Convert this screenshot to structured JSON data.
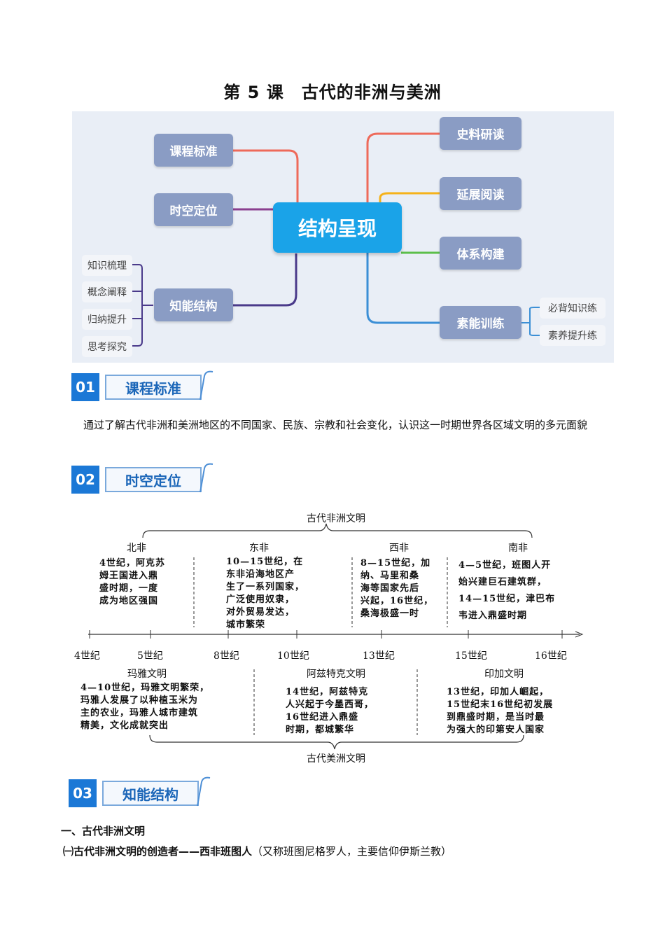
{
  "title": "第 5 课　古代的非洲与美洲",
  "mindmap": {
    "center": "结构呈现",
    "left": [
      "课程标准",
      "时空定位",
      "知能结构"
    ],
    "left_sub": [
      "知识梳理",
      "概念阐释",
      "归纳提升",
      "思考探究"
    ],
    "right": [
      "史料研读",
      "延展阅读",
      "体系构建",
      "素能训练"
    ],
    "right_sub": [
      "必背知识练",
      "素养提升练"
    ]
  },
  "sections": [
    {
      "num": "01",
      "label": "课程标准"
    },
    {
      "num": "02",
      "label": "时空定位"
    },
    {
      "num": "03",
      "label": "知能结构"
    }
  ],
  "standard_text": "通过了解古代非洲和美洲地区的不同国家、民族、宗教和社会变化，认识这一时期世界各区域文明的多元面貌",
  "timeline": {
    "top_label": "古代非洲文明",
    "bottom_label": "古代美洲文明",
    "africa": [
      {
        "region": "北非",
        "lines": [
          "4世纪，阿克苏",
          "姆王国进入鼎",
          "盛时期，一度",
          "成为地区强国"
        ]
      },
      {
        "region": "东非",
        "lines": [
          "10—15世纪，在",
          "东非沿海地区产",
          "生了一系列国家，",
          "广泛使用奴隶，",
          "对外贸易发达，",
          "城市繁荣"
        ]
      },
      {
        "region": "西非",
        "lines": [
          "8—15世纪，加",
          "纳、马里和桑",
          "海等国家先后",
          "兴起，16世纪，",
          "桑海极盛一时"
        ]
      },
      {
        "region": "南非",
        "lines": [
          "4—5世纪，班图人开",
          "始兴建巨石建筑群，",
          "14—15世纪，津巴布",
          "韦进入鼎盛时期"
        ]
      }
    ],
    "ticks": [
      "4世纪",
      "5世纪",
      "8世纪",
      "10世纪",
      "13世纪",
      "15世纪",
      "16世纪"
    ],
    "america": [
      {
        "name": "玛雅文明",
        "lines": [
          "4—10世纪，玛雅文明繁荣，",
          "玛雅人发展了以种植玉米为",
          "主的农业，玛雅人城市建筑",
          "精美，文化成就突出"
        ]
      },
      {
        "name": "阿兹特克文明",
        "lines": [
          "14世纪，阿兹特克",
          "人兴起于今墨西哥，",
          "16世纪进入鼎盛",
          "时期，都城繁华"
        ]
      },
      {
        "name": "印加文明",
        "lines": [
          "13世纪，印加人崛起，",
          "15世纪末16世纪初发展",
          "到鼎盛时期，是当时最",
          "为强大的印第安人国家"
        ]
      }
    ]
  },
  "heading1": "一、古代非洲文明",
  "heading2_bold": "㈠古代非洲文明的创造者——西非班图人",
  "heading2_note": "（又称班图尼格罗人，主要信仰伊斯兰教）"
}
